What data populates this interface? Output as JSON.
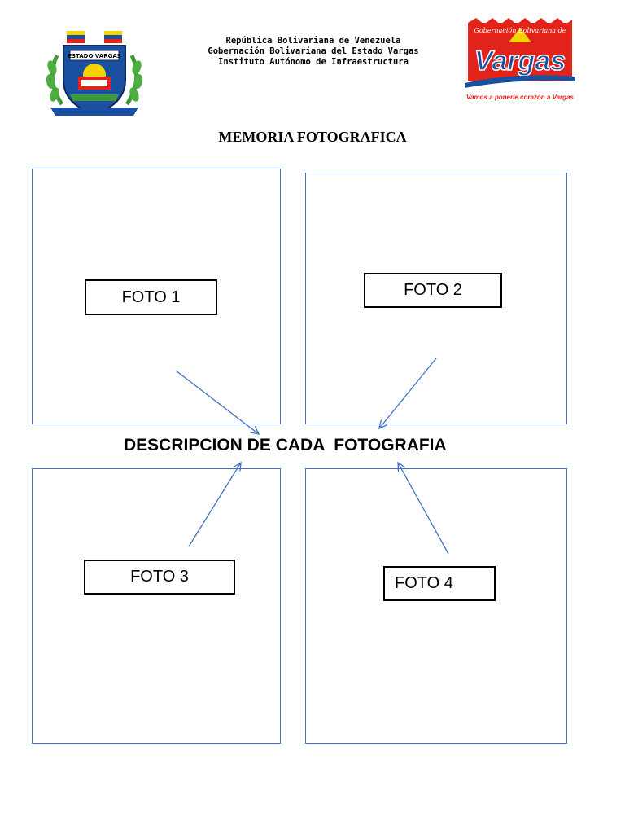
{
  "header": {
    "lines": [
      "República Bolivariana de Venezuela",
      "Gobernación Bolivariana del Estado Vargas",
      "Instituto Autónomo de Infraestructura"
    ],
    "left_logo": {
      "banner_text": "ESTADO VARGAS",
      "icon": "state-coat-of-arms-icon"
    },
    "right_logo": {
      "script_text": "Gobernación Bolivariana de",
      "brand_text": "Vargas",
      "slogan": "Vamos a ponerle corazón a Vargas",
      "icon": "vargas-government-logo"
    }
  },
  "title": "MEMORIA FOTOGRAFICA",
  "photos": [
    {
      "label": "FOTO 1"
    },
    {
      "label": "FOTO 2"
    },
    {
      "label": "FOTO 3"
    },
    {
      "label": "FOTO 4"
    }
  ],
  "description": "DESCRIPCION DE CADA  FOTOGRAFIA",
  "colors": {
    "frame": "#4472c4",
    "arrow": "#4472c4",
    "brand_red": "#e2231a",
    "brand_blue": "#1b4fa0",
    "brand_yellow": "#f6d200"
  }
}
